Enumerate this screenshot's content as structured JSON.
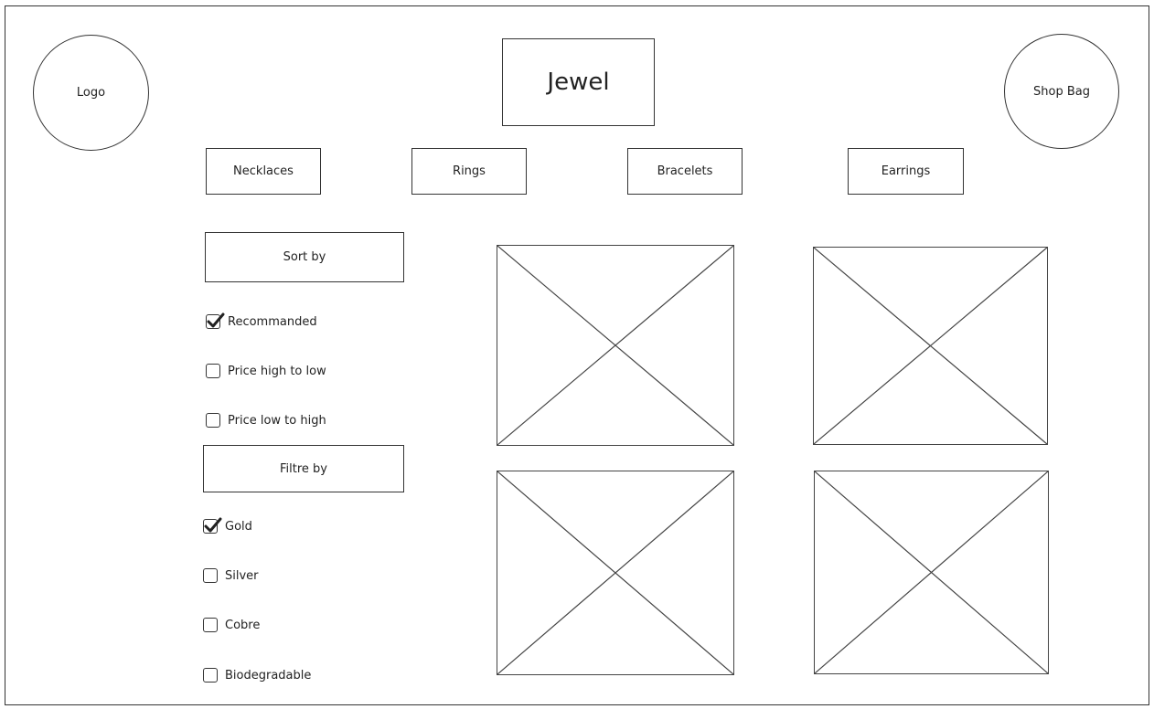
{
  "header": {
    "logo_label": "Logo",
    "title": "Jewel",
    "shop_bag_label": "Shop Bag"
  },
  "nav": {
    "items": [
      {
        "label": "Necklaces"
      },
      {
        "label": "Rings"
      },
      {
        "label": "Bracelets"
      },
      {
        "label": "Earrings"
      }
    ]
  },
  "sort": {
    "heading": "Sort by",
    "options": [
      {
        "label": "Recommanded",
        "checked": true
      },
      {
        "label": "Price high to low",
        "checked": false
      },
      {
        "label": "Price low to high",
        "checked": false
      }
    ]
  },
  "filter": {
    "heading": "Filtre by",
    "options": [
      {
        "label": "Gold",
        "checked": true
      },
      {
        "label": "Silver",
        "checked": false
      },
      {
        "label": "Cobre",
        "checked": false
      },
      {
        "label": "Biodegradable",
        "checked": false
      }
    ]
  },
  "products": {
    "count_label": "",
    "items": [
      {
        "icon": "image-placeholder-icon"
      },
      {
        "icon": "image-placeholder-icon"
      },
      {
        "icon": "image-placeholder-icon"
      },
      {
        "icon": "image-placeholder-icon"
      }
    ]
  },
  "colors": {
    "border": "#333333",
    "background": "#ffffff",
    "text": "#222222"
  }
}
